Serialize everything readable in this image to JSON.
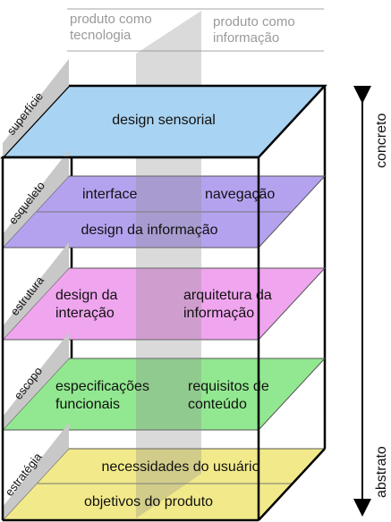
{
  "header": {
    "left_line1": "produto como",
    "left_line2": "tecnologia",
    "right_line1": "produto como",
    "right_line2": "informação"
  },
  "axis": {
    "top": "concreto",
    "bottom": "abstrato"
  },
  "planes": [
    {
      "name": "superficie",
      "side_label": "superfície",
      "color": "#a9d3f2",
      "texts": [
        "design sensorial"
      ]
    },
    {
      "name": "esqueleto",
      "side_label": "esqueleto",
      "color": "#b5a2ef",
      "texts": [
        "interface",
        "navegação",
        "design da informação"
      ]
    },
    {
      "name": "estrutura",
      "side_label": "estrutura",
      "color": "#f0a5ef",
      "texts": [
        "design da",
        "interação",
        "arquitetura da",
        "informação"
      ]
    },
    {
      "name": "escopo",
      "side_label": "escopo",
      "color": "#92e890",
      "texts": [
        "especificações",
        "funcionais",
        "requisitos de",
        "conteúdo"
      ]
    },
    {
      "name": "estrategia",
      "side_label": "estratégia",
      "color": "#f2ea8a",
      "texts": [
        "necessidades do usuário",
        "objetivos do produto"
      ]
    }
  ],
  "colors": {
    "divider": "#c4c4c4",
    "side_band": "#c8c8c8",
    "frame": "#000000"
  }
}
